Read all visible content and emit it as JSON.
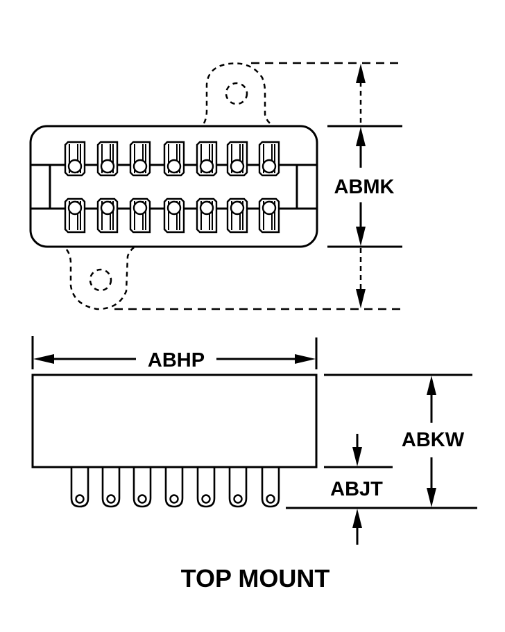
{
  "figure": {
    "title": "TOP MOUNT",
    "top_view": {
      "terminal_rows": 2,
      "terminals_per_row": 7,
      "mounting_ears": 2
    },
    "side_view": {
      "pins": 7
    },
    "dimensions": {
      "height_top_view": "ABMK",
      "width": "ABHP",
      "overall_height": "ABKW",
      "pin_length": "ABJT"
    }
  }
}
